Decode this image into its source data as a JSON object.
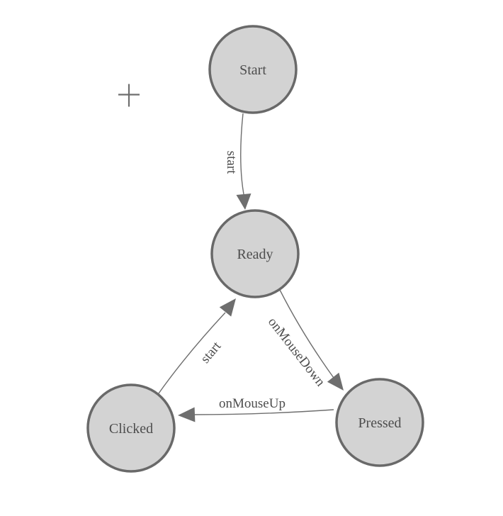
{
  "theme": {
    "canvas-bg": "#ffffff",
    "node-fill": "#d3d3d3",
    "node-stroke": "#696969",
    "edge-stroke": "#6e6e6e",
    "arrow-fill": "#6e6e6e",
    "node-label-color": "#4d4d4d",
    "edge-label-color": "#4d4d4d"
  },
  "diagram": {
    "type": "state-machine",
    "nodes": [
      {
        "id": "start",
        "label": "Start"
      },
      {
        "id": "ready",
        "label": "Ready"
      },
      {
        "id": "clicked",
        "label": "Clicked"
      },
      {
        "id": "pressed",
        "label": "Pressed"
      }
    ],
    "edges": [
      {
        "from": "start",
        "to": "ready",
        "label": "start"
      },
      {
        "from": "ready",
        "to": "pressed",
        "label": "onMouseDown"
      },
      {
        "from": "pressed",
        "to": "clicked",
        "label": "onMouseUp"
      },
      {
        "from": "clicked",
        "to": "ready",
        "label": "start"
      }
    ],
    "icons": {
      "crosshair": "plus-crosshair"
    }
  }
}
